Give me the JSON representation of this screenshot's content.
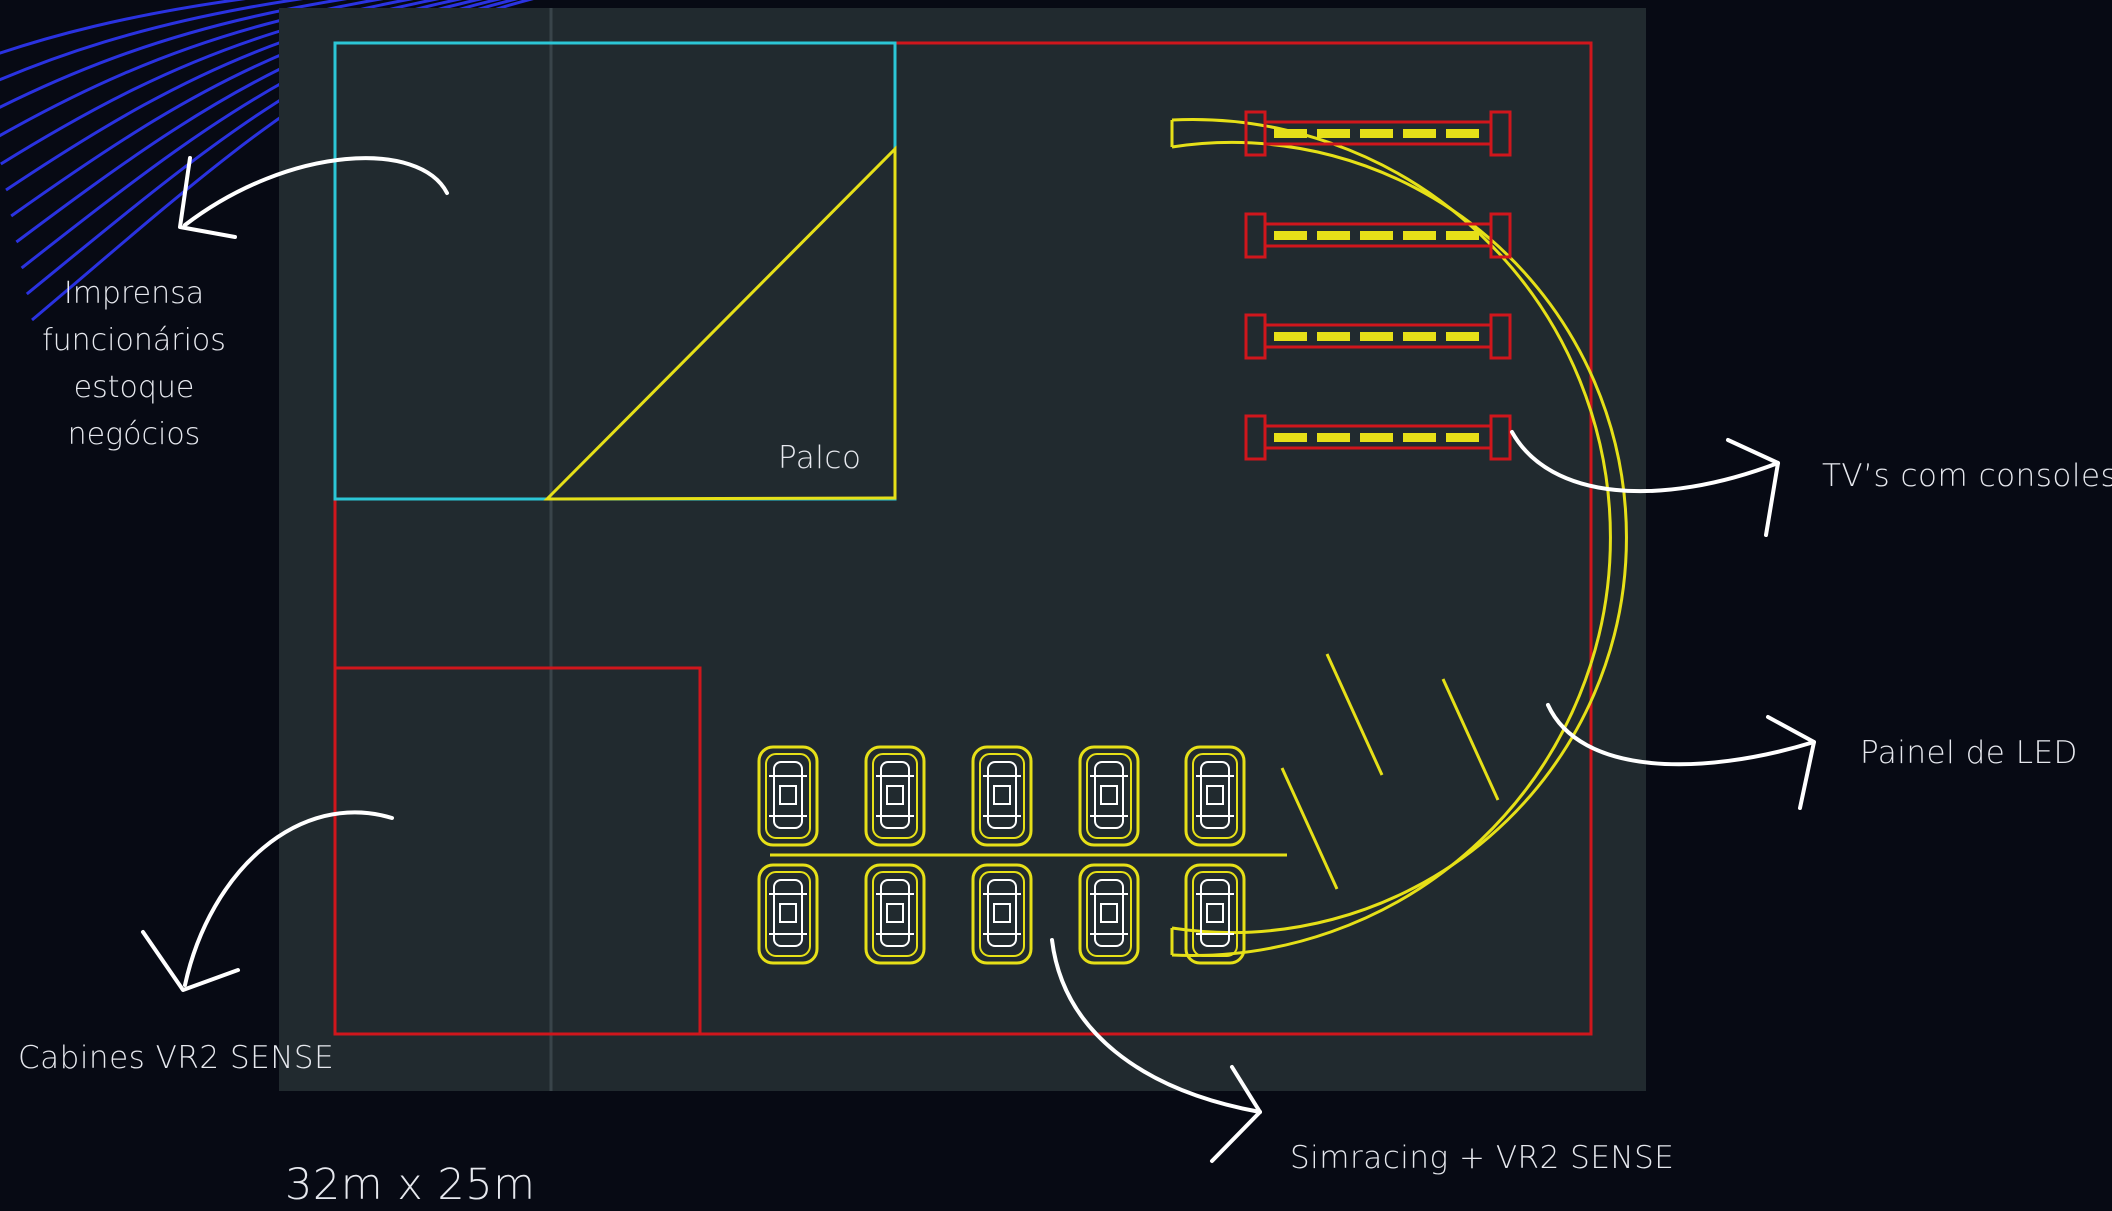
{
  "labels": {
    "stage": "Palco",
    "side_areas": [
      "Imprensa",
      "funcionários",
      "estoque",
      "negócios"
    ],
    "tvs": "TV’s com consoles",
    "led_panel": "Painel de LED",
    "vr_booths": "Cabines VR2 SENSE",
    "simracing": "Simracing + VR2 SENSE",
    "dimensions": "32m x 25m"
  },
  "colors": {
    "page_background": "#070a14",
    "plan_background": "#212a2f",
    "boundary": "#d0161c",
    "stage_outline": "#2cc6d6",
    "equipment": "#e6e018",
    "arrow": "#ffffff",
    "decor_lines": "#2a32e0"
  },
  "counts": {
    "tv_stations": 4,
    "sim_rigs_per_row": 5,
    "sim_rig_rows": 2
  }
}
